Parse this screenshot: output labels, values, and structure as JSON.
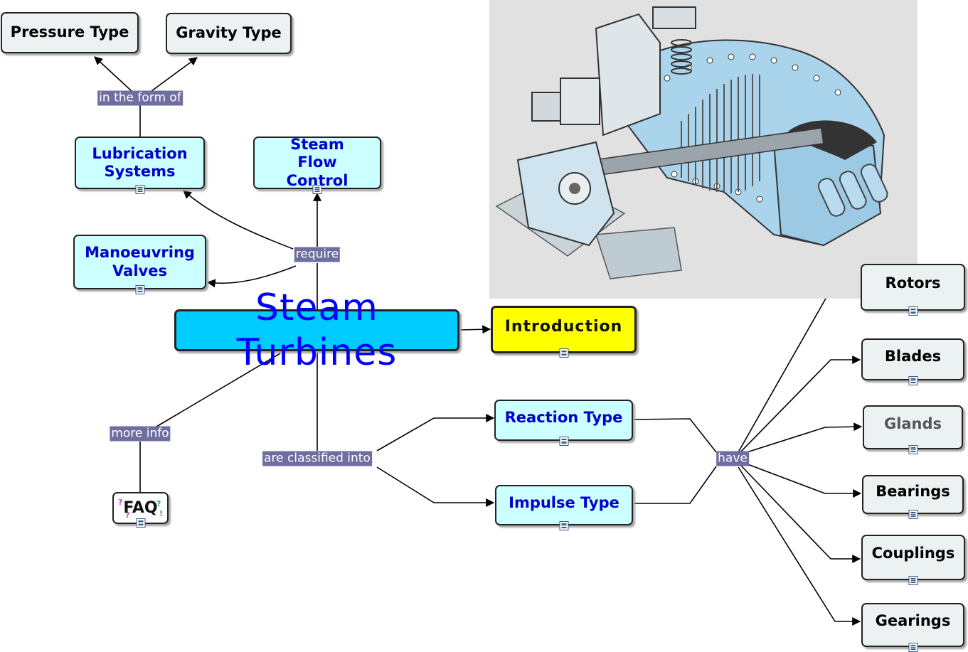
{
  "nodes": {
    "pressure_type": "Pressure Type",
    "gravity_type": "Gravity Type",
    "lubrication_systems": "Lubrication Systems",
    "steam_flow_control": "Steam Flow Control",
    "manoeuvring_valves": "Manoeuvring Valves",
    "steam_turbines": "Steam Turbines",
    "introduction": "Introduction",
    "reaction_type": "Reaction Type",
    "impulse_type": "Impulse Type",
    "faq": "FAQ",
    "rotors": "Rotors",
    "blades": "Blades",
    "glands": "Glands",
    "bearings": "Bearings",
    "couplings": "Couplings",
    "gearings": "Gearings"
  },
  "links": {
    "in_the_form_of": "in the form of",
    "require": "require",
    "more_info": "more info",
    "are_classified_into": "are classified into",
    "have": "have"
  },
  "colors": {
    "main_node": "#00ccff",
    "concept_node": "#ccffff",
    "leaf_node": "#ecf1f1",
    "intro_node": "#ffff00",
    "link_label": "#6e6ea0"
  },
  "icons": {
    "resource": "document-icon",
    "image": "steam-turbine-cutaway-illustration"
  }
}
